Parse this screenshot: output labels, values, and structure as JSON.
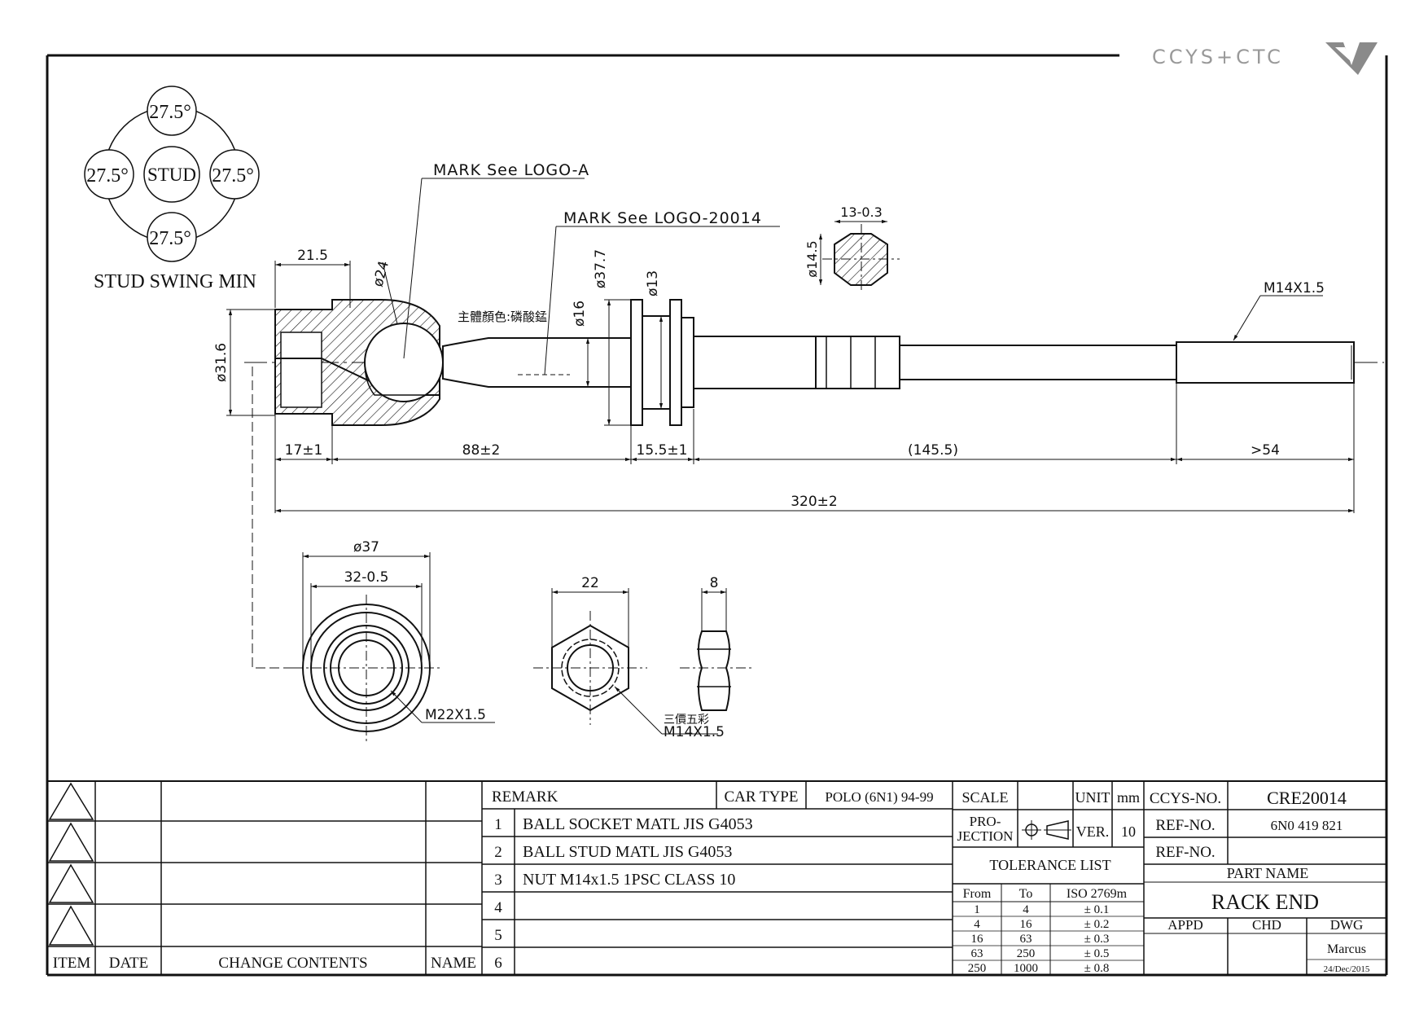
{
  "brand": {
    "logo_text": "CCYS+CTC"
  },
  "stud_swing": {
    "top": "27.5°",
    "left": "27.5°",
    "right": "27.5°",
    "bottom": "27.5°",
    "center": "STUD",
    "caption": "STUD SWING MIN"
  },
  "callouts": {
    "mark_logo_a": "MARK See LOGO-A",
    "mark_logo_20014": "MARK See LOGO-20014",
    "body_color": "主體顏色:磷酸錳",
    "hex_section_width": "13-0.3",
    "hex_section_height": "ø14.5",
    "thread_right": "M14X1.5",
    "nut_marking": "三價五彩",
    "nut_thread": "M14X1.5",
    "socket_thread": "M22X1.5"
  },
  "dimensions": {
    "socket_length": "21.5",
    "ball_dia": "ø24",
    "socket_dia": "ø31.6",
    "shaft_dia": "ø16",
    "collar_dia": "ø37.7",
    "neck_dia": "ø13",
    "seg_1": "17±1",
    "seg_2": "88±2",
    "seg_3": "15.5±1",
    "seg_4": "(145.5)",
    "seg_5": ">54",
    "overall": "320±2",
    "end_outer_dia": "ø37",
    "end_inner_dia": "32-0.5",
    "nut_width": "22",
    "nut_thickness": "8"
  },
  "revision_table": {
    "headers": {
      "item": "ITEM",
      "date": "DATE",
      "change": "CHANGE CONTENTS",
      "name": "NAME"
    }
  },
  "remarks": {
    "label": "REMARK",
    "car_type_label": "CAR TYPE",
    "car_type": "POLO (6N1) 94-99",
    "items": [
      {
        "no": "1",
        "text": "BALL SOCKET MATL JIS G4053"
      },
      {
        "no": "2",
        "text": "BALL STUD MATL JIS G4053"
      },
      {
        "no": "3",
        "text": "NUT M14x1.5 1PSC CLASS 10"
      },
      {
        "no": "4",
        "text": ""
      },
      {
        "no": "5",
        "text": ""
      },
      {
        "no": "6",
        "text": ""
      }
    ]
  },
  "spec": {
    "scale_label": "SCALE",
    "unit_label": "UNIT",
    "unit": "mm",
    "projection_label_1": "PRO-",
    "projection_label_2": "JECTION",
    "ver_label": "VER.",
    "ver": "10"
  },
  "tolerance": {
    "title": "TOLERANCE LIST",
    "headers": {
      "from": "From",
      "to": "To",
      "std": "ISO 2769m"
    },
    "rows": [
      {
        "from": "1",
        "to": "4",
        "tol": "± 0.1"
      },
      {
        "from": "4",
        "to": "16",
        "tol": "± 0.2"
      },
      {
        "from": "16",
        "to": "63",
        "tol": "± 0.3"
      },
      {
        "from": "63",
        "to": "250",
        "tol": "± 0.5"
      },
      {
        "from": "250",
        "to": "1000",
        "tol": "± 0.8"
      }
    ]
  },
  "title_block": {
    "ccys_no_label": "CCYS-NO.",
    "ccys_no": "CRE20014",
    "ref_no_label": "REF-NO.",
    "ref_no": "6N0 419 821",
    "ref_no_2_label": "REF-NO.",
    "ref_no_2": "",
    "part_name_label": "PART NAME",
    "part_name": "RACK END",
    "appd_label": "APPD",
    "chd_label": "CHD",
    "dwg_label": "DWG",
    "dwg_by": "Marcus",
    "dwg_date": "24/Dec/2015"
  }
}
